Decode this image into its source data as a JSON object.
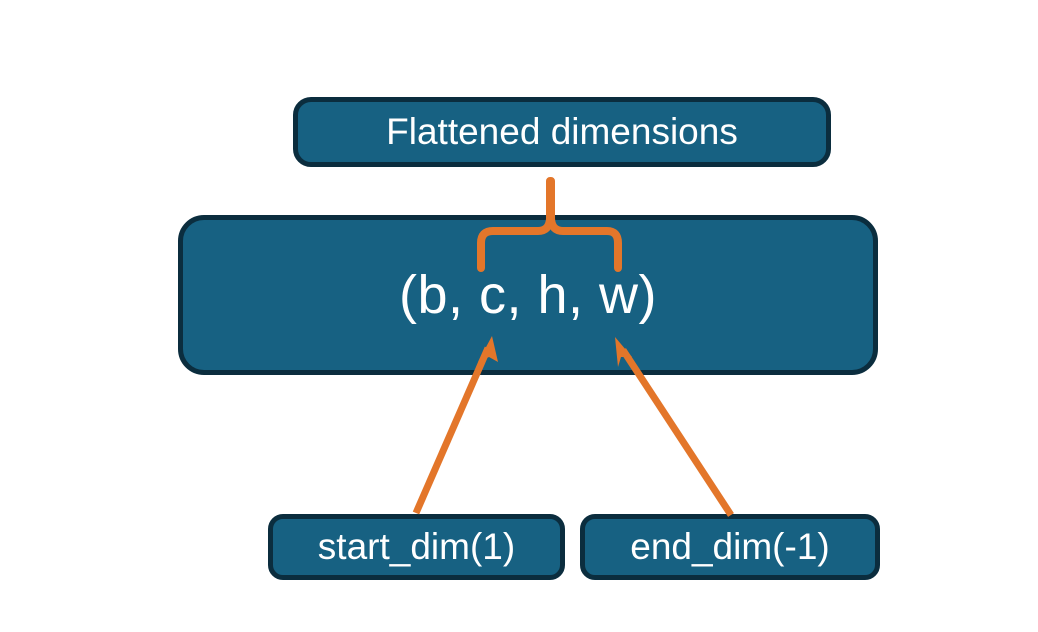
{
  "diagram": {
    "title_node": {
      "label": "Flattened dimensions",
      "name": "flattened-dimensions-box"
    },
    "shape_node": {
      "label": "(b, c, h, w)",
      "name": "tensor-shape-box"
    },
    "start_node": {
      "label": "start_dim(1)",
      "name": "start-dim-box"
    },
    "end_node": {
      "label": "end_dim(-1)",
      "name": "end-dim-box"
    },
    "connectors": {
      "brace": "curly-brace-pointing-up",
      "arrow_left": "arrow-start-dim-to-shape",
      "arrow_right": "arrow-end-dim-to-shape"
    },
    "colors": {
      "box_fill": "#176182",
      "box_border": "#0b2d3e",
      "text": "#ffffff",
      "accent_orange": "#e3762a",
      "background": "#ffffff"
    }
  }
}
